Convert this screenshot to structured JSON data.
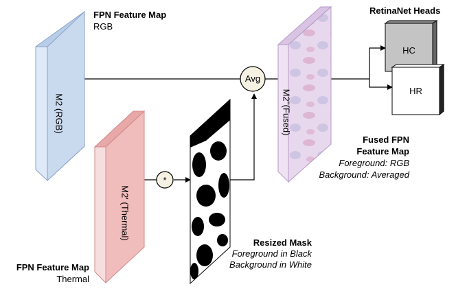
{
  "rgb_map": {
    "title": "FPN Feature Map",
    "subtitle": "RGB",
    "block_label": "M2 (RGB)",
    "color": "#c9d9ee"
  },
  "thermal_map": {
    "title": "FPN Feature Map",
    "subtitle": "Thermal",
    "block_label": "M2' (Thermal)",
    "color": "#f0bcbc"
  },
  "fused_map": {
    "block_label": "M2''(Fused)",
    "title_line1": "Fused FPN",
    "title_line2": "Feature Map",
    "detail_line1": "Foreground: RGB",
    "detail_line2": "Background: Averaged",
    "color": "#e6d4ec"
  },
  "avg_node": {
    "label": "Avg"
  },
  "mult_node": {
    "label": "*"
  },
  "mask": {
    "title": "Resized Mask",
    "detail_line1": "Foreground in Black",
    "detail_line2": "Background in White"
  },
  "heads": {
    "title": "RetinaNet Heads",
    "hc_label": "HC",
    "hr_label": "HR",
    "hc_color": "#c4c4c4"
  }
}
